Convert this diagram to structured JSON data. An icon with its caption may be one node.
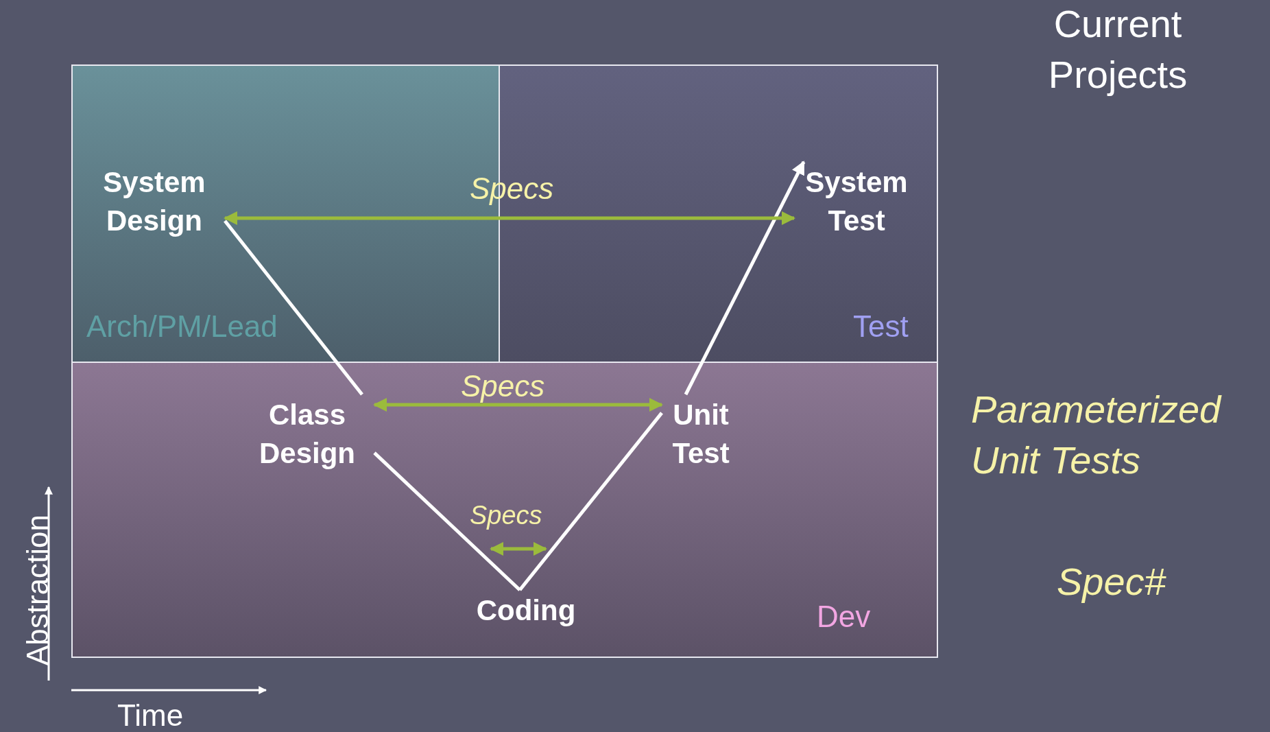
{
  "diagram": {
    "nodes": [
      {
        "text": [
          "Arch/PM/Lead"
        ]
      },
      {
        "text": [
          "Test"
        ]
      },
      {
        "text": [
          "Dev"
        ]
      },
      {
        "text": [
          "System Design"
        ],
        "in": 0
      },
      {
        "text": [
          "System Test"
        ],
        "in": 1
      },
      {
        "text": [
          "Class Design"
        ],
        "in": 2
      },
      {
        "text": [
          "Unit Test"
        ],
        "in": 2
      },
      {
        "text": [
          "Coding"
        ],
        "in": 2
      }
    ],
    "edges": [
      {
        "from": 3,
        "to": 5,
        "arrow": "none"
      },
      {
        "from": 5,
        "to": 7,
        "arrow": "none"
      },
      {
        "from": 7,
        "to": 6,
        "arrow": "none"
      },
      {
        "from": 6,
        "to": 4,
        "arrow": "to"
      },
      {
        "from": 3,
        "to": 4,
        "arrow": "both",
        "label": "Specs",
        "color": "#9bbb3c"
      },
      {
        "from": 5,
        "to": 6,
        "arrow": "both",
        "label": "Specs",
        "color": "#9bbb3c"
      }
    ],
    "labels": [
      "Current Projects",
      "Parameterized Unit Tests",
      "Specs",
      "Spec#",
      "Abstraction",
      "Time"
    ]
  }
}
